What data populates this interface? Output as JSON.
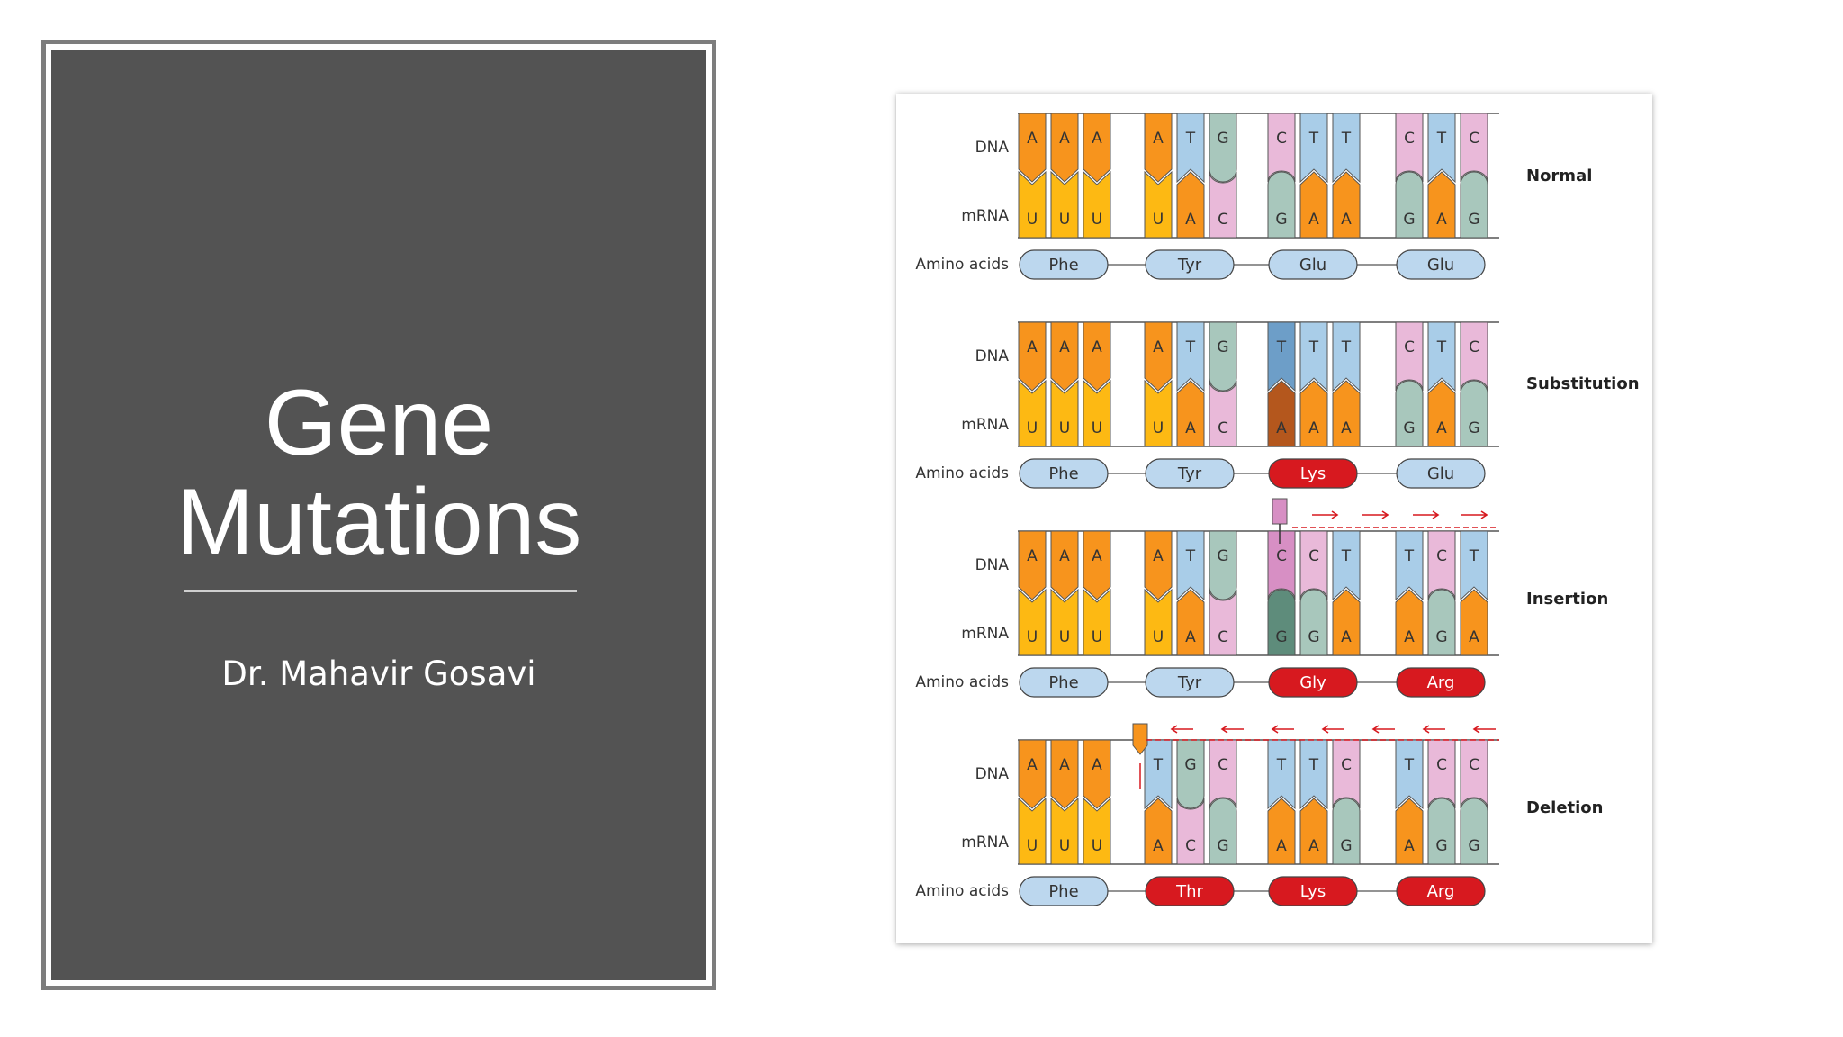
{
  "slide": {
    "title_lines": [
      "Gene",
      "Mutations"
    ],
    "author": "Dr. Mahavir Gosavi"
  },
  "diagram": {
    "row_labels": {
      "dna": "DNA",
      "mrna": "mRNA",
      "amino": "Amino acids"
    },
    "colors": {
      "A": "#f7941d",
      "U": "#fdb913",
      "T": "#a9cde8",
      "C": "#e9b9d9",
      "G": "#a8c7bc",
      "amino_normal": "#bcd7ee",
      "amino_mutant": "#d7191f",
      "dna_mutant_T": "#6d9ec8",
      "dna_mutant_C": "#d78fc4",
      "mrna_mutant_A": "#b4571d",
      "mrna_mutant_G": "#5e8c7b",
      "arrow": "#d7191f"
    },
    "panels": [
      {
        "name": "Normal",
        "codons": [
          {
            "dna": [
              "A",
              "A",
              "A"
            ],
            "mrna": [
              "U",
              "U",
              "U"
            ],
            "amino": "Phe",
            "mutant": false
          },
          {
            "dna": [
              "A",
              "T",
              "G"
            ],
            "mrna": [
              "U",
              "A",
              "C"
            ],
            "amino": "Tyr",
            "mutant": false
          },
          {
            "dna": [
              "C",
              "T",
              "T"
            ],
            "mrna": [
              "G",
              "A",
              "A"
            ],
            "amino": "Glu",
            "mutant": false
          },
          {
            "dna": [
              "C",
              "T",
              "C"
            ],
            "mrna": [
              "G",
              "A",
              "G"
            ],
            "amino": "Glu",
            "mutant": false
          }
        ]
      },
      {
        "name": "Substitution",
        "codons": [
          {
            "dna": [
              "A",
              "A",
              "A"
            ],
            "mrna": [
              "U",
              "U",
              "U"
            ],
            "amino": "Phe",
            "mutant": false
          },
          {
            "dna": [
              "A",
              "T",
              "G"
            ],
            "mrna": [
              "U",
              "A",
              "C"
            ],
            "amino": "Tyr",
            "mutant": false
          },
          {
            "dna": [
              "T",
              "T",
              "T"
            ],
            "mrna": [
              "A",
              "A",
              "A"
            ],
            "amino": "Lys",
            "mutant": true,
            "highlight": 0
          },
          {
            "dna": [
              "C",
              "T",
              "C"
            ],
            "mrna": [
              "G",
              "A",
              "G"
            ],
            "amino": "Glu",
            "mutant": false
          }
        ]
      },
      {
        "name": "Insertion",
        "codons": [
          {
            "dna": [
              "A",
              "A",
              "A"
            ],
            "mrna": [
              "U",
              "U",
              "U"
            ],
            "amino": "Phe",
            "mutant": false
          },
          {
            "dna": [
              "A",
              "T",
              "G"
            ],
            "mrna": [
              "U",
              "A",
              "C"
            ],
            "amino": "Tyr",
            "mutant": false
          },
          {
            "dna": [
              "C",
              "C",
              "T"
            ],
            "mrna": [
              "G",
              "G",
              "A"
            ],
            "amino": "Gly",
            "mutant": true,
            "highlight": 0
          },
          {
            "dna": [
              "T",
              "C",
              "T"
            ],
            "mrna": [
              "A",
              "G",
              "A"
            ],
            "amino": "Arg",
            "mutant": true
          }
        ]
      },
      {
        "name": "Deletion",
        "codons": [
          {
            "dna": [
              "A",
              "A",
              "A"
            ],
            "mrna": [
              "U",
              "U",
              "U"
            ],
            "amino": "Phe",
            "mutant": false
          },
          {
            "dna": [
              "T",
              "G",
              "C"
            ],
            "mrna": [
              "A",
              "C",
              "G"
            ],
            "amino": "Thr",
            "mutant": true
          },
          {
            "dna": [
              "T",
              "T",
              "C"
            ],
            "mrna": [
              "A",
              "A",
              "G"
            ],
            "amino": "Lys",
            "mutant": true
          },
          {
            "dna": [
              "T",
              "C",
              "C"
            ],
            "mrna": [
              "A",
              "G",
              "G"
            ],
            "amino": "Arg",
            "mutant": true
          }
        ]
      }
    ]
  }
}
